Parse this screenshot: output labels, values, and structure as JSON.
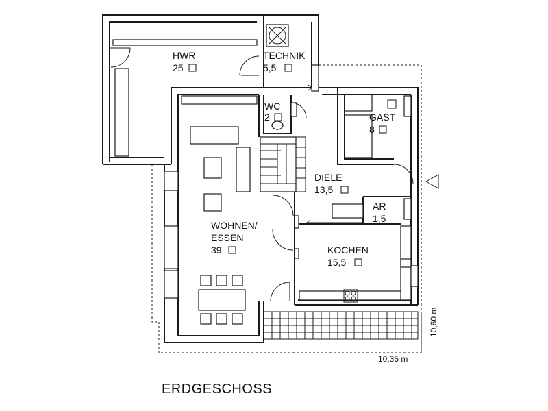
{
  "title": "ERDGESCHOSS",
  "rooms": {
    "hwr": {
      "name": "HWR",
      "area": "25"
    },
    "technik": {
      "name": "TECHNIK",
      "area": "5,5"
    },
    "wc": {
      "name": "WC",
      "area": "2"
    },
    "gast": {
      "name": "GAST",
      "area": "8"
    },
    "diele": {
      "name": "DIELE",
      "area": "13,5"
    },
    "ar": {
      "name": "AR",
      "area": "1,5"
    },
    "wohnen": {
      "name_line1": "WOHNEN/",
      "name_line2": "ESSEN",
      "area": "39"
    },
    "kochen": {
      "name": "KOCHEN",
      "area": "15,5"
    }
  },
  "dimensions": {
    "width": "10,35 m",
    "height": "10,60 m"
  },
  "icons": [
    "entrance-arrow-icon",
    "stair-arrow-icon",
    "hob-icon",
    "boiler-icon",
    "toilet-icon"
  ]
}
